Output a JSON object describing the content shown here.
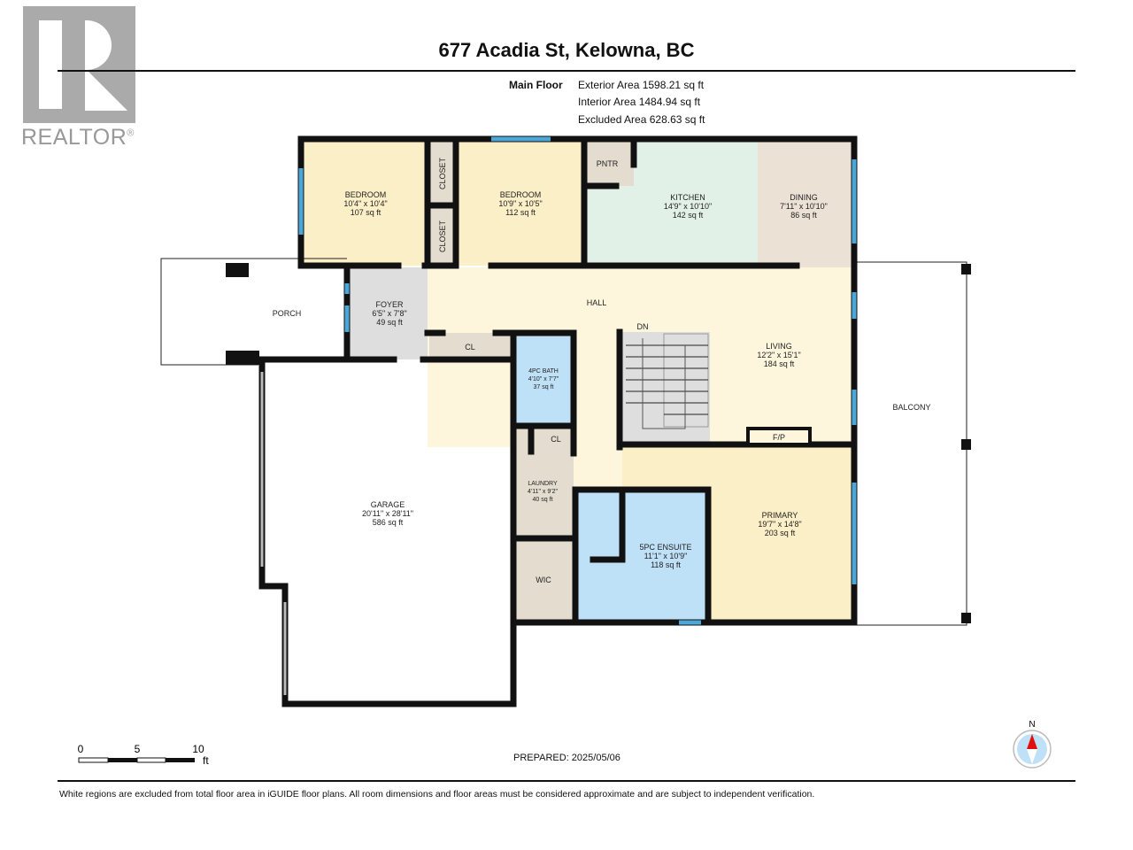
{
  "logo": {
    "text": "REALTOR",
    "mark": "®"
  },
  "title": "677 Acadia St, Kelowna, BC",
  "floor": {
    "name": "Main Floor",
    "exterior_area": "Exterior Area 1598.21 sq ft",
    "interior_area": "Interior Area 1484.94 sq ft",
    "excluded_area": "Excluded Area 628.63 sq ft"
  },
  "rooms": {
    "bedroom1": {
      "name": "BEDROOM",
      "dims": "10'4\" x 10'4\"",
      "area": "107 sq ft"
    },
    "bedroom2": {
      "name": "BEDROOM",
      "dims": "10'9\" x 10'5\"",
      "area": "112 sq ft"
    },
    "closet1": {
      "name": "CLOSET"
    },
    "closet2": {
      "name": "CLOSET"
    },
    "pantry": {
      "name": "PNTR"
    },
    "kitchen": {
      "name": "KITCHEN",
      "dims": "14'9\" x 10'10\"",
      "area": "142 sq ft"
    },
    "dining": {
      "name": "DINING",
      "dims": "7'11\" x 10'10\"",
      "area": "86 sq ft"
    },
    "porch": {
      "name": "PORCH"
    },
    "foyer": {
      "name": "FOYER",
      "dims": "6'5\" x 7'8\"",
      "area": "49 sq ft"
    },
    "hall": {
      "name": "HALL"
    },
    "cl1": {
      "name": "CL"
    },
    "stairs": {
      "name": "DN"
    },
    "living": {
      "name": "LIVING",
      "dims": "12'2\" x 15'1\"",
      "area": "184 sq ft"
    },
    "fireplace": {
      "name": "F/P"
    },
    "balcony": {
      "name": "BALCONY"
    },
    "bath": {
      "name": "4PC BATH",
      "dims": "4'10\" x 7'7\"",
      "area": "37 sq ft"
    },
    "cl2": {
      "name": "CL"
    },
    "laundry": {
      "name": "LAUNDRY",
      "dims": "4'11\" x 9'2\"",
      "area": "40 sq ft"
    },
    "garage": {
      "name": "GARAGE",
      "dims": "20'11\" x 28'11\"",
      "area": "586 sq ft"
    },
    "wic": {
      "name": "WIC"
    },
    "ensuite": {
      "name": "5PC ENSUITE",
      "dims": "11'1\" x 10'9\"",
      "area": "118 sq ft"
    },
    "primary": {
      "name": "PRIMARY",
      "dims": "19'7\" x 14'8\"",
      "area": "203 sq ft"
    }
  },
  "scale": {
    "labels": [
      "0",
      "5",
      "10"
    ],
    "unit": "ft"
  },
  "prepared": "PREPARED: 2025/05/06",
  "compass": {
    "label": "N"
  },
  "disclaimer": "White regions are excluded from total floor area in iGUIDE floor plans. All room dimensions and floor areas must be considered approximate and are subject to independent verification.",
  "colors": {
    "bedroom": "#fbefc7",
    "kitchen": "#e2f1e8",
    "dining": "#ebe2d5",
    "hall": "#fdf6dd",
    "bath": "#bfe1f7",
    "utility": "#e4dccf",
    "foyer": "#dedede",
    "window": "#4aa7d8"
  }
}
